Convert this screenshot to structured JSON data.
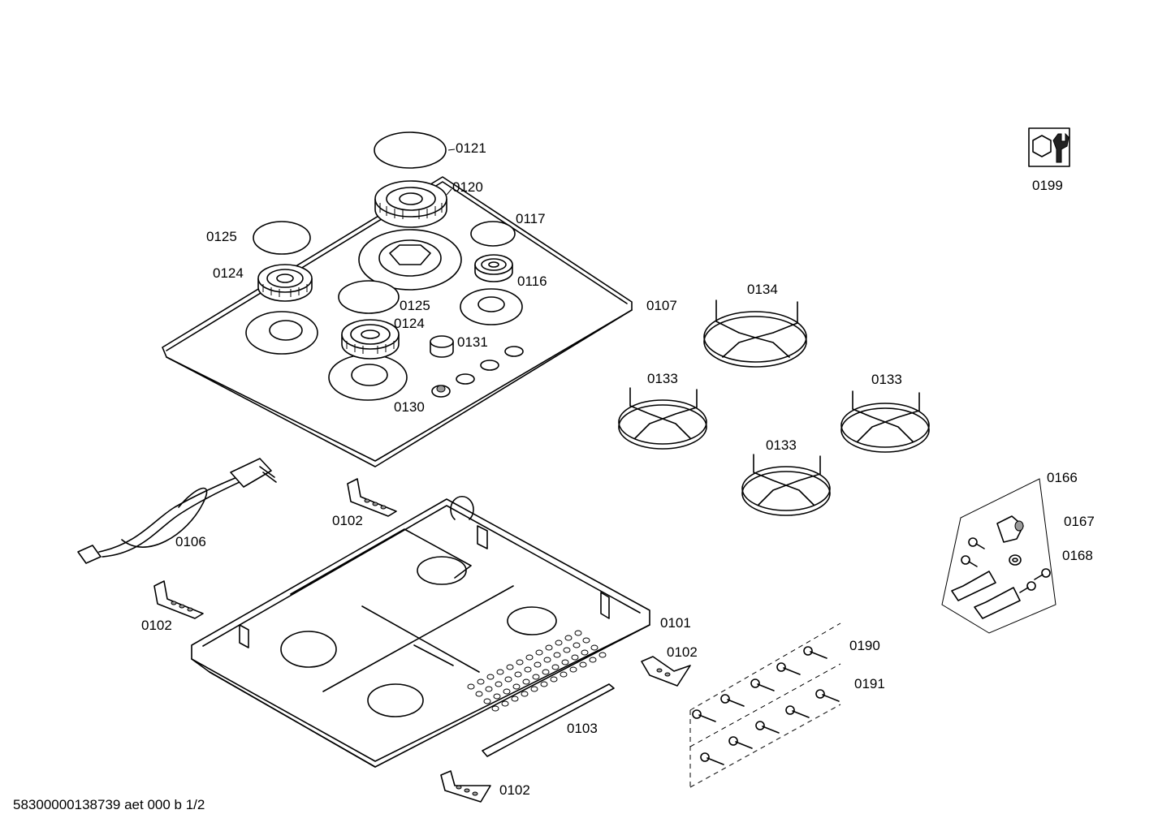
{
  "part_labels": {
    "p0121": "0121",
    "p0120": "0120",
    "p0117": "0117",
    "p0125_a": "0125",
    "p0124_a": "0124",
    "p0116": "0116",
    "p0125_b": "0125",
    "p0124_b": "0124",
    "p0107": "0107",
    "p0131": "0131",
    "p0130": "0130",
    "p0134": "0134",
    "p0133_a": "0133",
    "p0133_b": "0133",
    "p0133_c": "0133",
    "p0166": "0166",
    "p0167": "0167",
    "p0168": "0168",
    "p0102_a": "0102",
    "p0106": "0106",
    "p0102_b": "0102",
    "p0101": "0101",
    "p0102_c": "0102",
    "p0190": "0190",
    "p0191": "0191",
    "p0103": "0103",
    "p0102_d": "0102",
    "p0199": "0199"
  },
  "footer": {
    "document_id": "58300000138739 aet 000 b 1/2"
  },
  "icons": {
    "service_tool": "wrench-nut-icon"
  }
}
